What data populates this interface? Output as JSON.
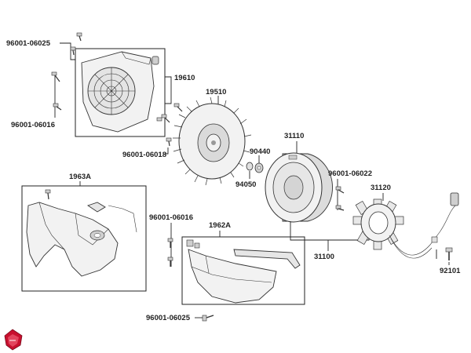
{
  "labels": {
    "bolt_top": "96001-06025",
    "fan_cover": "19610",
    "bolt_left": "96001-06016",
    "fan": "19510",
    "bolt_fan": "96001-06018",
    "washer": "90440",
    "nut": "94050",
    "flywheel": "31110",
    "bolt_stator": "96001-06022",
    "stator": "31120",
    "generator_assy": "31100",
    "bolt_right": "92101",
    "left_shroud": "1963A",
    "bolt_mid": "96001-06016",
    "lower_shroud": "1962A",
    "bolt_bottom": "96001-06025"
  },
  "colors": {
    "part_fill": "#f2f2f2",
    "part_shade": "#cfcfcf",
    "line": "#222222",
    "logo_red": "#c8102e"
  },
  "icons": {
    "logo": "brand-badge-icon"
  }
}
